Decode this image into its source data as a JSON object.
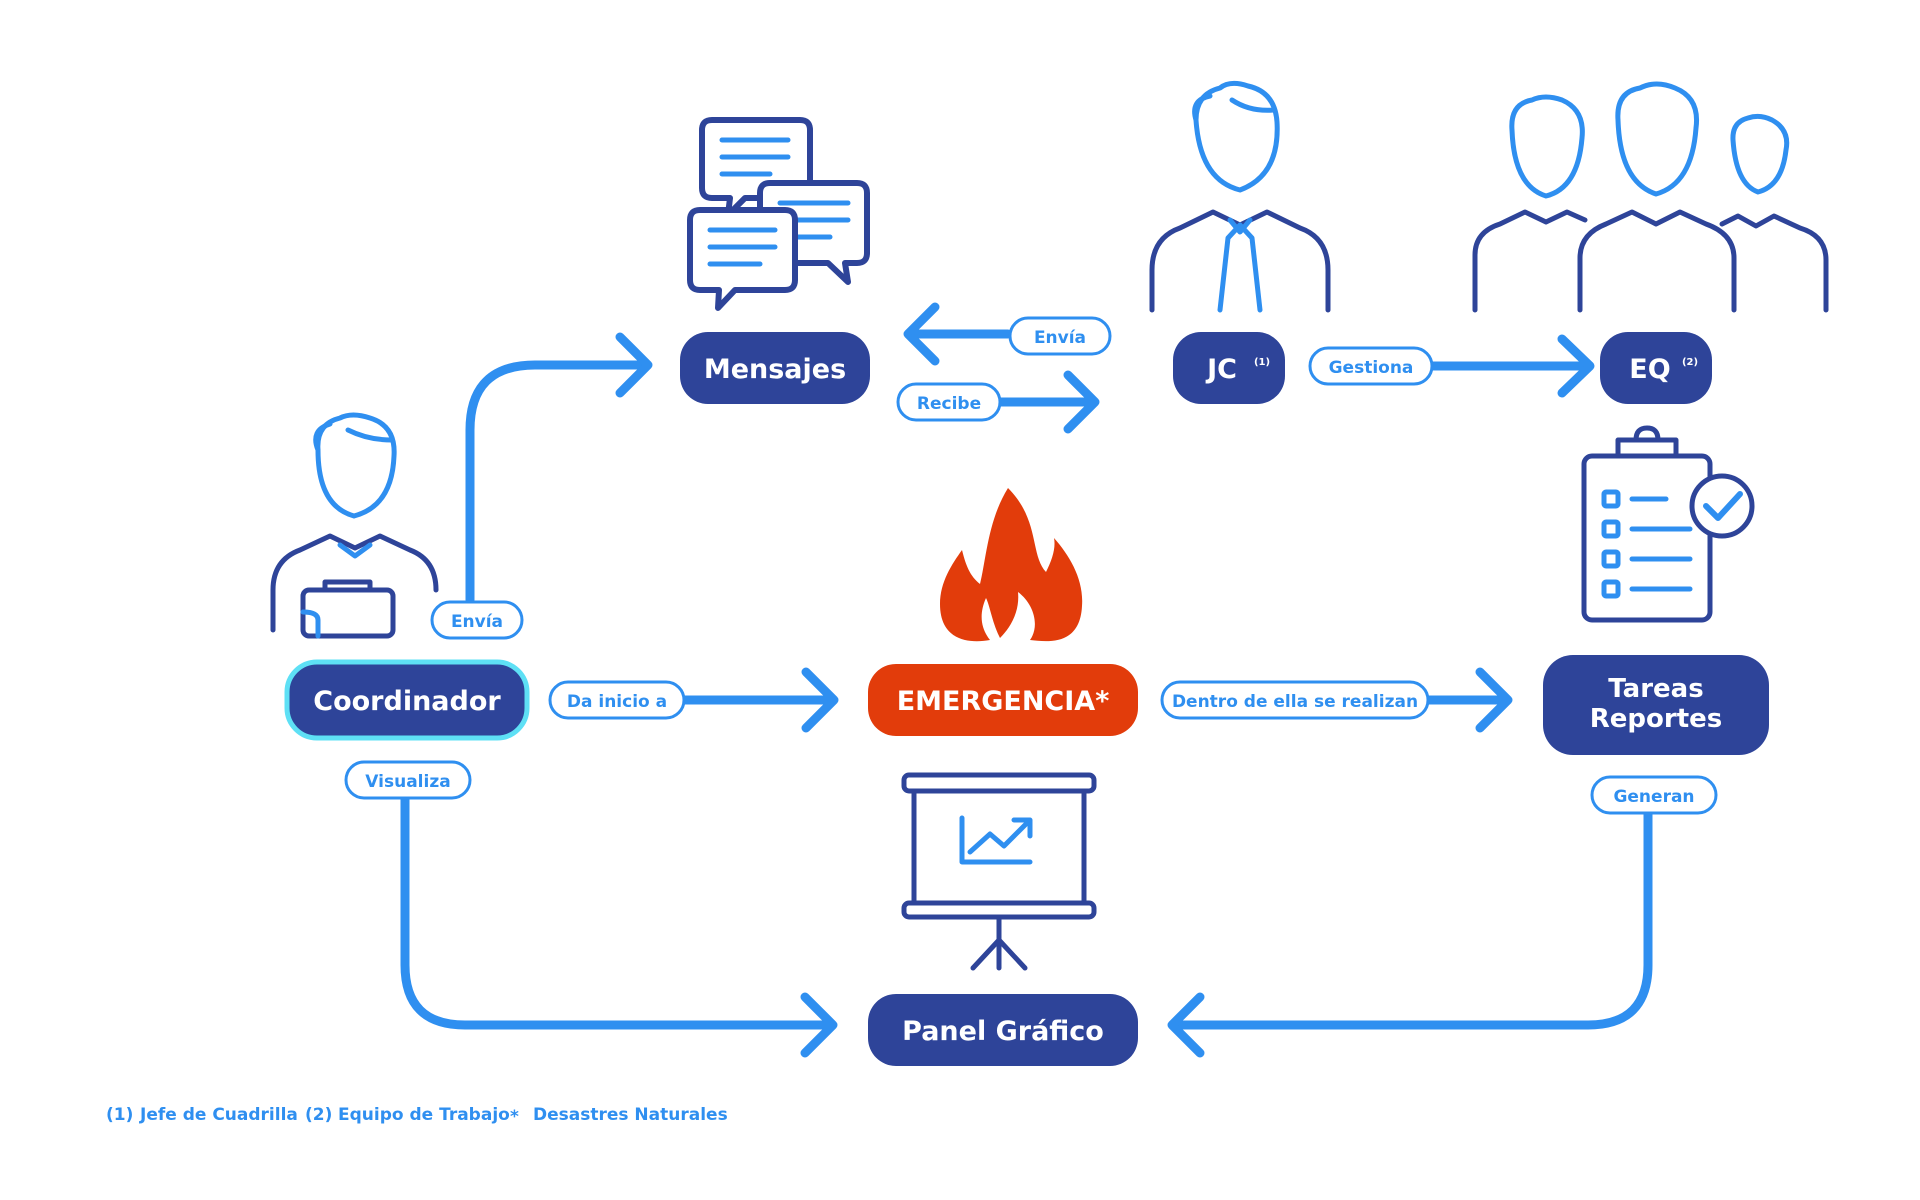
{
  "colors": {
    "navy": "#2e4499",
    "blue": "#2f8ff0",
    "cyan": "#5ee0f5",
    "emergency": "#e23c0b",
    "background": "#ffffff"
  },
  "nodes": {
    "mensajes": "Mensajes",
    "jc": "JC",
    "jc_sup": "(1)",
    "eq": "EQ",
    "eq_sup": "(2)",
    "coordinador": "Coordinador",
    "emergencia": "EMERGENCIA*",
    "tareas_line1": "Tareas",
    "tareas_line2": "Reportes",
    "panel": "Panel Gráfico"
  },
  "connectors": {
    "envia_coord": "Envía",
    "envia_jc": "Envía",
    "recibe": "Recibe",
    "gestiona": "Gestiona",
    "da_inicio": "Da inicio a",
    "dentro": "Dentro de ella se realizan",
    "visualiza": "Visualiza",
    "generan": "Generan"
  },
  "legend": {
    "item1_marker": "(1)",
    "item1_text": "Jefe de Cuadrilla",
    "item2_marker": "(2)",
    "item2_text": "Equipo de Trabajo",
    "item3_marker": "*",
    "item3_text": "Desastres Naturales"
  },
  "icons": [
    "chat-bubbles-icon",
    "person-icon",
    "team-icon",
    "coordinator-clipboard-icon",
    "fire-icon",
    "checklist-icon",
    "presentation-chart-icon"
  ]
}
